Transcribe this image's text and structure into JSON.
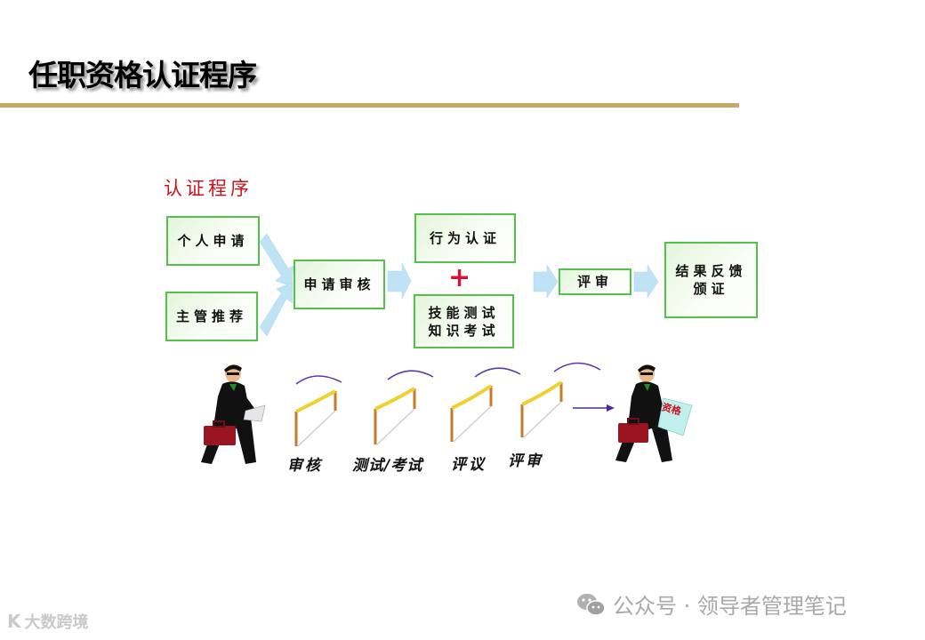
{
  "page": {
    "title": "任职资格认证程序",
    "rule_color": "#C8A866"
  },
  "flow": {
    "section_title": "认证程序",
    "boxes": {
      "personal_apply": "个人申请",
      "manager_recommend": "主管推荐",
      "application_review": "申请审核",
      "behavior_cert": "行为认证",
      "skill_test_line1": "技能测试",
      "skill_test_line2": "知识考试",
      "review": "评审",
      "result_line1": "结果反馈",
      "result_line2": "颁证"
    },
    "plus_symbol": "+",
    "colors": {
      "box_border": "#52C24A",
      "arrow_fill": "#BFE3F5",
      "plus": "#D4123A",
      "section_title": "#D0101A"
    }
  },
  "illustration": {
    "hurdles": [
      {
        "label": "审核"
      },
      {
        "label": "测试/考试"
      },
      {
        "label": "评议"
      },
      {
        "label": "评审"
      }
    ],
    "certificate_text": "资格",
    "colors": {
      "arc": "#5a3aa0",
      "post": "#c87a28",
      "bar": "#f0d030",
      "arrow": "#4a2a9a"
    }
  },
  "watermarks": {
    "wechat_account": "公众号 · 领导者管理笔记",
    "bottom_left_logo": "大数跨境",
    "bottom_left_mark": "K"
  }
}
